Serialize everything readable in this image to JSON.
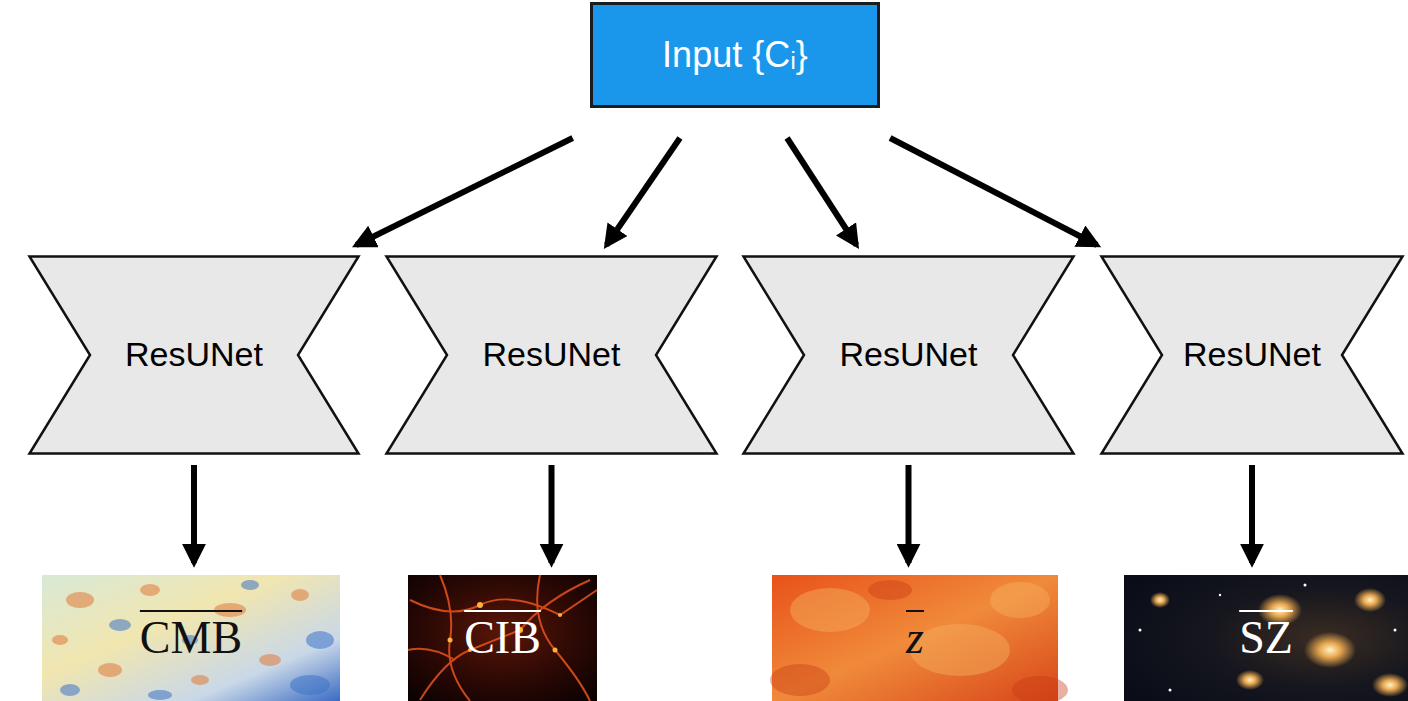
{
  "diagram": {
    "nodes": [
      {
        "text": [
          "Input {Cᵢ}"
        ]
      },
      {
        "text": [
          "ResUNet"
        ]
      },
      {
        "text": [
          "ResUNet"
        ]
      },
      {
        "text": [
          "ResUNet"
        ]
      },
      {
        "text": [
          "ResUNet"
        ]
      },
      {
        "text": [
          "CMB"
        ]
      },
      {
        "text": [
          "CIB"
        ]
      },
      {
        "text": [
          "z"
        ]
      },
      {
        "text": [
          "SZ"
        ]
      }
    ],
    "edges": [
      {
        "from": 0,
        "to": 1,
        "arrow": "to"
      },
      {
        "from": 0,
        "to": 2,
        "arrow": "to"
      },
      {
        "from": 0,
        "to": 3,
        "arrow": "to"
      },
      {
        "from": 0,
        "to": 4,
        "arrow": "to"
      },
      {
        "from": 1,
        "to": 5,
        "arrow": "to"
      },
      {
        "from": 2,
        "to": 6,
        "arrow": "to"
      },
      {
        "from": 3,
        "to": 7,
        "arrow": "to"
      },
      {
        "from": 4,
        "to": 8,
        "arrow": "to"
      }
    ]
  }
}
